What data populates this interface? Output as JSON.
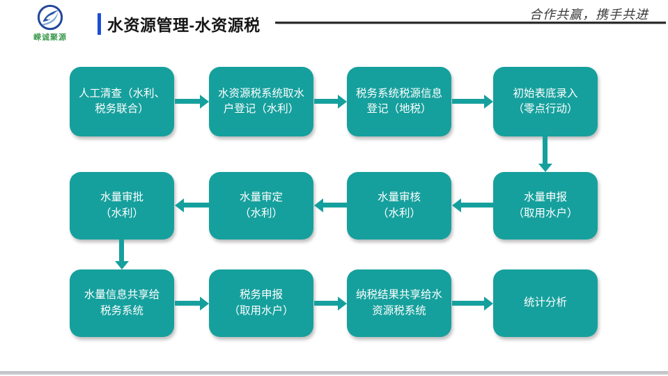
{
  "header": {
    "logo": {
      "text": "嵘诚聚源"
    },
    "title": "水资源管理-水资源税",
    "slogan": "合作共赢，携手共进"
  },
  "colors": {
    "box_teal": "#16a09d",
    "accent_blue": "#1a4fd6",
    "header_line": "#2d2d2d",
    "logo_green": "#3e9b4f",
    "logo_blue": "#24479c",
    "footer_gray": "#c5c7cc"
  },
  "flowchart": {
    "rows": [
      {
        "direction": "right",
        "boxes": [
          {
            "lines": [
              "人工清查（水利、",
              "税务联合）"
            ]
          },
          {
            "lines": [
              "水资源税系统取水",
              "户登记（水利）"
            ]
          },
          {
            "lines": [
              "税务系统税源信息",
              "登记（地税）"
            ]
          },
          {
            "lines": [
              "初始表底录入",
              "（零点行动）"
            ]
          }
        ]
      },
      {
        "direction": "left",
        "boxes": [
          {
            "lines": [
              "水量审批",
              "（水利）"
            ]
          },
          {
            "lines": [
              "水量审定",
              "（水利）"
            ]
          },
          {
            "lines": [
              "水量审核",
              "（水利）"
            ]
          },
          {
            "lines": [
              "水量申报",
              "（取用水户）"
            ]
          }
        ]
      },
      {
        "direction": "right",
        "boxes": [
          {
            "lines": [
              "水量信息共享给",
              "税务系统"
            ]
          },
          {
            "lines": [
              "税务申报",
              "（取用水户）"
            ]
          },
          {
            "lines": [
              "纳税结果共享给水",
              "资源税系统"
            ]
          },
          {
            "lines": [
              "统计分析",
              ""
            ]
          }
        ]
      }
    ]
  }
}
